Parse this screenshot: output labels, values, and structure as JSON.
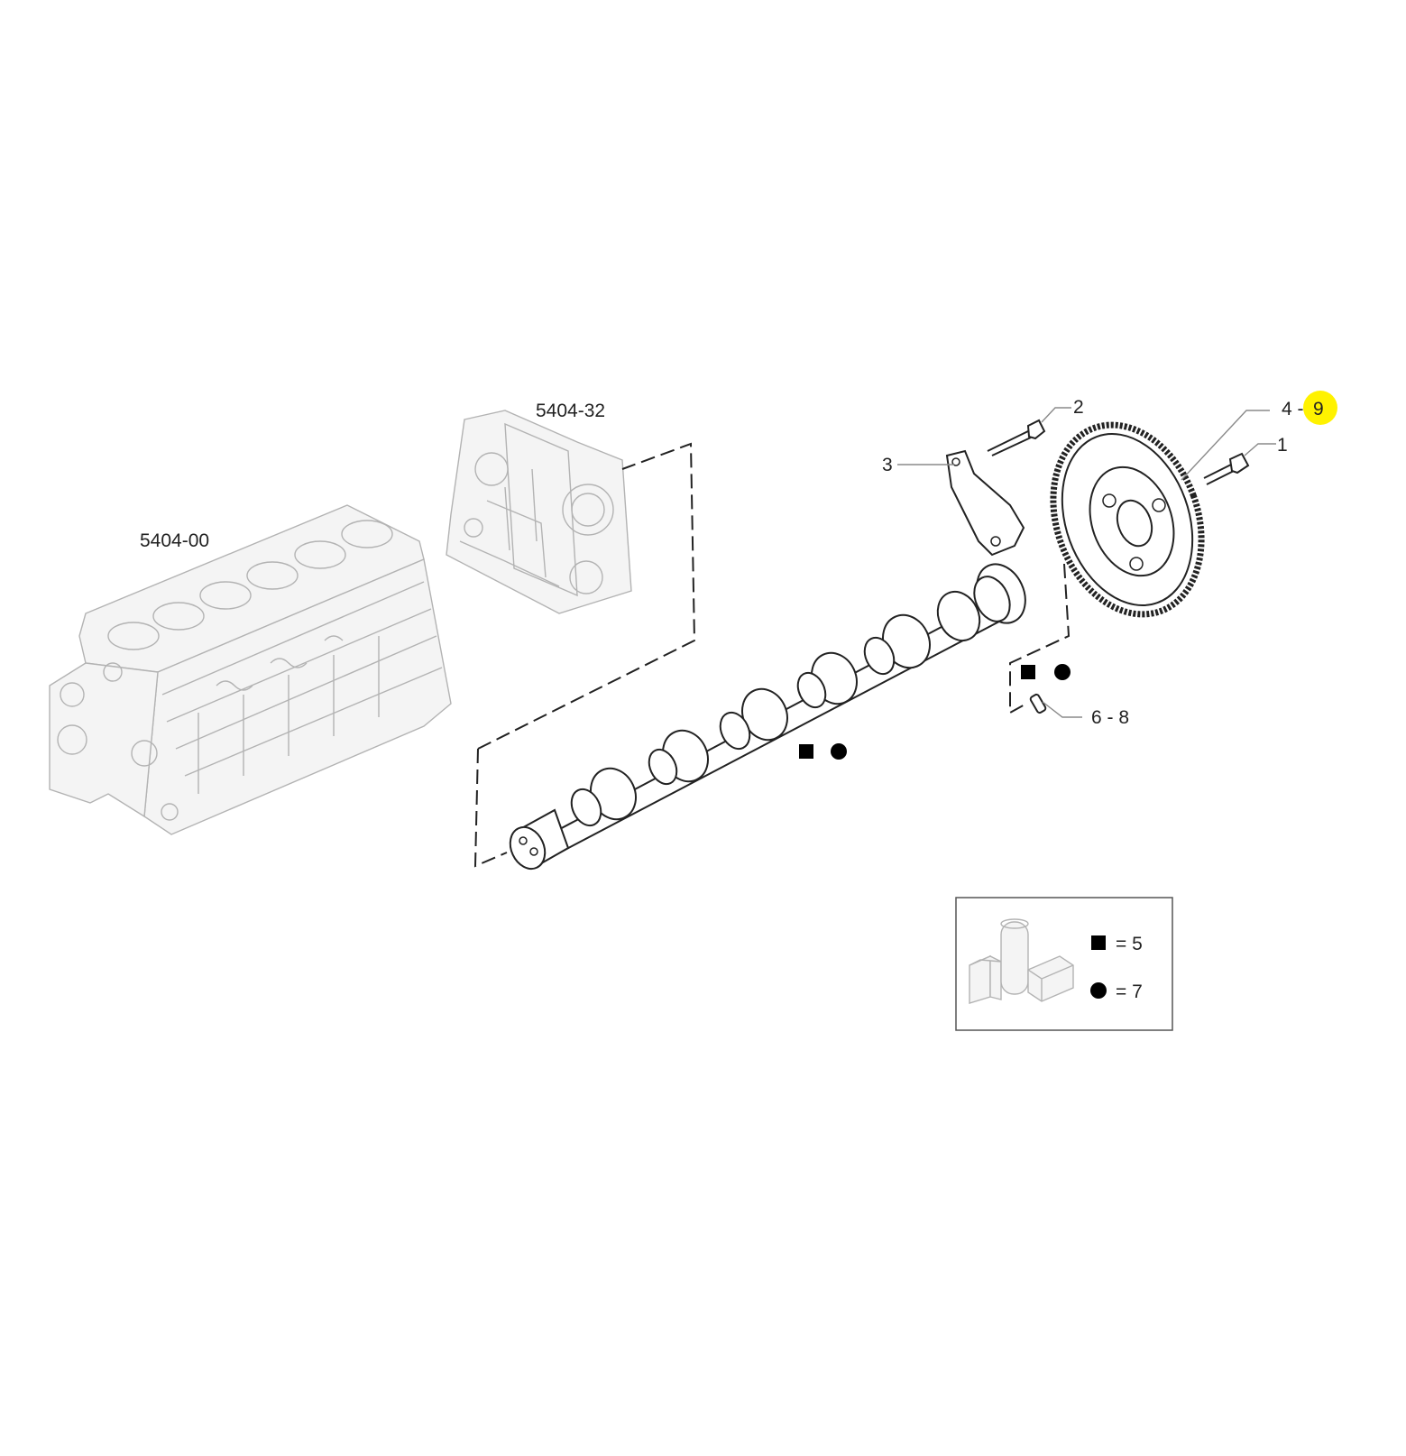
{
  "assemblies": {
    "engine_block": "5404-00",
    "front_cover": "5404-32"
  },
  "callouts": {
    "p1": "1",
    "p2": "2",
    "p3": "3",
    "p4_prefix": "4 -",
    "p4_suffix": "9",
    "p6_8": "6 - 8"
  },
  "legend": {
    "square_value": "= 5",
    "circle_value": "= 7"
  },
  "colors": {
    "highlight": "#FFF200",
    "ghost": "#b3b3b3",
    "ink": "#222222"
  },
  "icons": [
    "square-marker-icon",
    "circle-marker-icon"
  ]
}
